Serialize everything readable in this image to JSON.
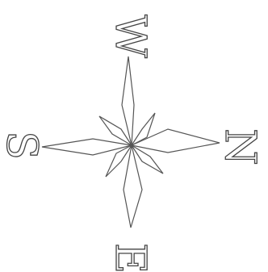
{
  "compass": {
    "labels": {
      "top": "W",
      "right": "N",
      "bottom": "E",
      "left": "S"
    },
    "stroke_color": "#555555",
    "background": "#ffffff"
  }
}
